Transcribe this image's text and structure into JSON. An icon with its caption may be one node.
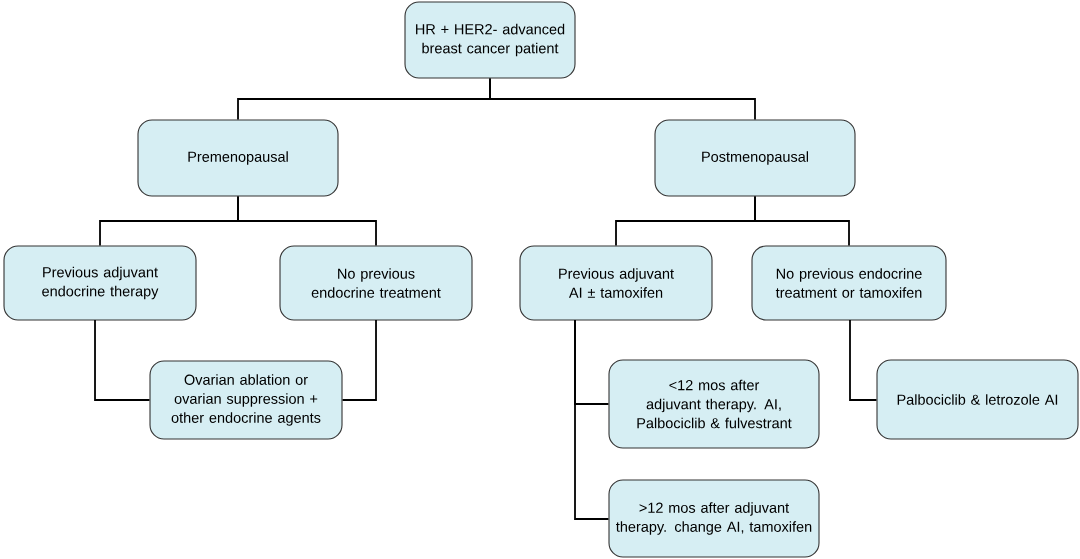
{
  "diagram": {
    "nodes": [
      {
        "text": [
          "HR + HER2- advanced breast cancer patient"
        ]
      },
      {
        "text": [
          "Premenopausal"
        ]
      },
      {
        "text": [
          "Postmenopausal"
        ]
      },
      {
        "text": [
          "Previous adjuvant endocrine therapy"
        ]
      },
      {
        "text": [
          "No previous endocrine treatment"
        ]
      },
      {
        "text": [
          "Previous adjuvant AI ± tamoxifen"
        ]
      },
      {
        "text": [
          "No previous endocrine treatment or tamoxifen"
        ]
      },
      {
        "text": [
          "Ovarian ablation or ovarian suppression + other endocrine agents"
        ]
      },
      {
        "text": [
          "<12 mos after adjuvant therapy. AI, Palbociclib & fulvestrant"
        ]
      },
      {
        "text": [
          "Palbociclib & letrozole AI"
        ]
      },
      {
        "text": [
          ">12 mos after adjuvant therapy. change AI, tamoxifen"
        ]
      }
    ],
    "edges": [
      {
        "from": 0,
        "to": 1,
        "arrow": "none"
      },
      {
        "from": 0,
        "to": 2,
        "arrow": "none"
      },
      {
        "from": 1,
        "to": 3,
        "arrow": "none"
      },
      {
        "from": 1,
        "to": 4,
        "arrow": "none"
      },
      {
        "from": 2,
        "to": 5,
        "arrow": "none"
      },
      {
        "from": 2,
        "to": 6,
        "arrow": "none"
      },
      {
        "from": 3,
        "to": 7,
        "arrow": "none"
      },
      {
        "from": 4,
        "to": 7,
        "arrow": "none"
      },
      {
        "from": 5,
        "to": 8,
        "arrow": "none"
      },
      {
        "from": 5,
        "to": 10,
        "arrow": "none"
      },
      {
        "from": 6,
        "to": 9,
        "arrow": "none"
      }
    ]
  }
}
